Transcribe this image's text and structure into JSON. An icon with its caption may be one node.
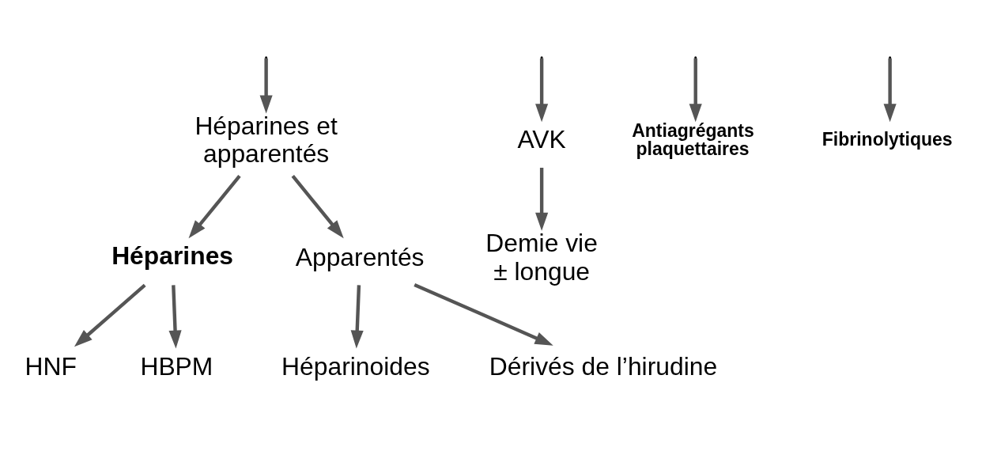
{
  "diagram": {
    "nodes": [
      {
        "text": [
          "Héparines et apparentés"
        ]
      },
      {
        "text": [
          "AVK"
        ]
      },
      {
        "text": [
          "Antiagrégants plaquettaires"
        ]
      },
      {
        "text": [
          "Fibrinolytiques"
        ]
      },
      {
        "text": [
          "Demie vie ± longue"
        ]
      },
      {
        "text": [
          "Héparines"
        ]
      },
      {
        "text": [
          "Apparentés"
        ]
      },
      {
        "text": [
          "HNF"
        ]
      },
      {
        "text": [
          "HBPM"
        ]
      },
      {
        "text": [
          "Héparinoides"
        ]
      },
      {
        "text": [
          "Dérivés de l’hirudine"
        ]
      }
    ],
    "edges": [
      {
        "from": null,
        "to": 0,
        "arrow": "to"
      },
      {
        "from": null,
        "to": 1,
        "arrow": "to"
      },
      {
        "from": null,
        "to": 2,
        "arrow": "to"
      },
      {
        "from": null,
        "to": 3,
        "arrow": "to"
      },
      {
        "from": 0,
        "to": 5,
        "arrow": "to"
      },
      {
        "from": 0,
        "to": 6,
        "arrow": "to"
      },
      {
        "from": 1,
        "to": 4,
        "arrow": "to"
      },
      {
        "from": 5,
        "to": 7,
        "arrow": "to"
      },
      {
        "from": 5,
        "to": 8,
        "arrow": "to"
      },
      {
        "from": 6,
        "to": 9,
        "arrow": "to"
      },
      {
        "from": 6,
        "to": 10,
        "arrow": "to"
      }
    ]
  }
}
